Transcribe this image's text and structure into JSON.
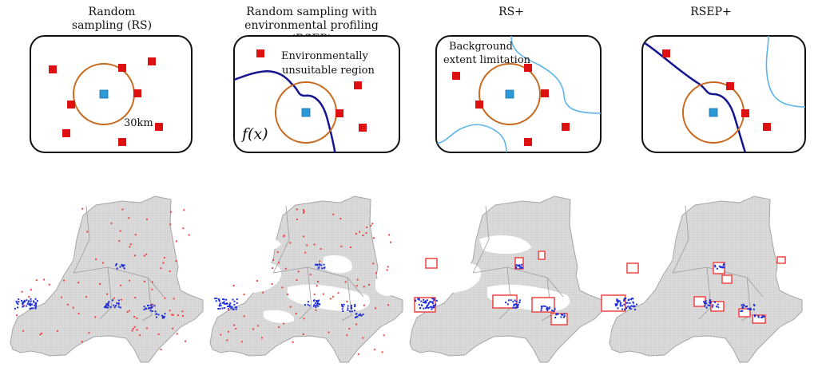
{
  "panels": [
    {
      "title_line1": "Random",
      "title_line2": "sampling (RS)",
      "radius_label": "30km"
    },
    {
      "title_line1": "Random sampling with",
      "title_line2": "environmental profiling (RSEP)",
      "region_line1": "Environmentally",
      "region_line2": "unsuitable region",
      "function_label": "f(x)"
    },
    {
      "title_line1": "RS+",
      "title_line2": "",
      "region_line1": "Background",
      "region_line2": "extent limitation"
    },
    {
      "title_line1": "RSEP+",
      "title_line2": ""
    }
  ],
  "colors": {
    "presence": "#2a9ad8",
    "absence": "#dd1111",
    "buffer_circle": "#c8691e",
    "env_boundary": "#15158f",
    "extent_boundary": "#5ab4ea",
    "map_land": "#d9d9d9",
    "map_border": "#a6a6a6",
    "map_suitable": "#ffffff",
    "occurrence_points": "#1f2fd8",
    "pseudo_absence": "#ee4444"
  }
}
